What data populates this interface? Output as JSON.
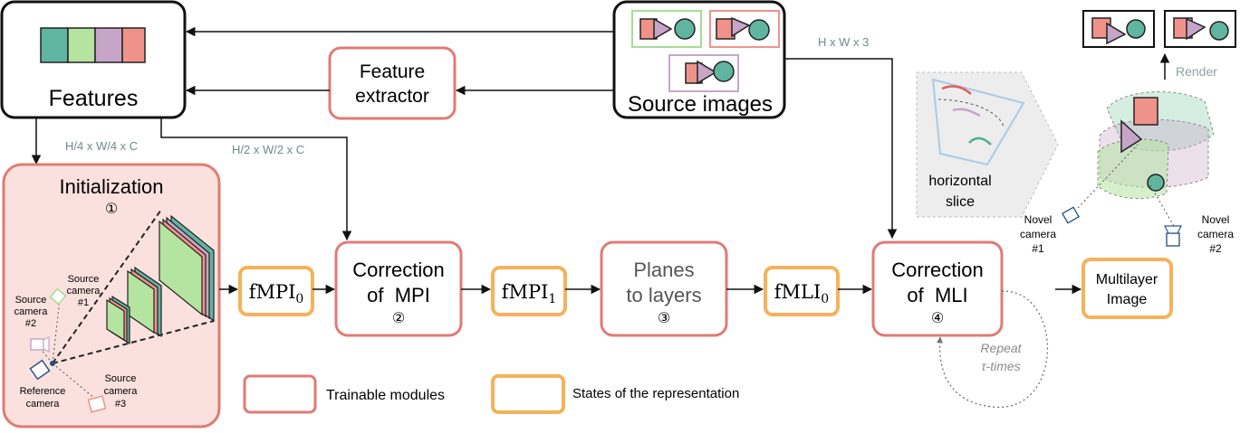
{
  "source_images": {
    "label": "Source images",
    "dims": "H x W x 3"
  },
  "features": {
    "label": "Features",
    "dim_quarter": "H/4 x W/4 x C",
    "dim_half": "H/2 x W/2 x C"
  },
  "feature_extractor": {
    "line1": "Feature",
    "line2": "extractor"
  },
  "initialization": {
    "title": "Initialization",
    "step": "①",
    "source_cam1": [
      "Source",
      "camera",
      "#1"
    ],
    "source_cam2": [
      "Source",
      "camera",
      "#2"
    ],
    "source_cam3": [
      "Source",
      "camera",
      "#3"
    ],
    "reference_cam": [
      "Reference",
      "camera"
    ]
  },
  "states": {
    "fmpi0": {
      "base": "fMPI",
      "sub": "0"
    },
    "fmpi1": {
      "base": "fMPI",
      "sub": "1"
    },
    "fmli0": {
      "base": "fMLI",
      "sub": "0"
    },
    "multilayer": [
      "Multilayer",
      "Image"
    ]
  },
  "modules": {
    "correction_mpi": {
      "line1": "Correction",
      "line2": "of  MPI",
      "step": "②"
    },
    "planes_to_layers": {
      "line1": "Planes",
      "line2": "to layers",
      "step": "③"
    },
    "correction_mli": {
      "line1": "Correction",
      "line2": "of  MLI",
      "step": "④"
    }
  },
  "repeat": {
    "line1": "Repeat",
    "line2": "τ-times"
  },
  "slice": {
    "line1": "horizontal",
    "line2": "slice"
  },
  "render": {
    "label": "Render"
  },
  "novel_cam1": [
    "Novel",
    "camera",
    "#1"
  ],
  "novel_cam2": [
    "Novel",
    "camera",
    "#2"
  ],
  "legend": {
    "trainable": "Trainable modules",
    "states": "States of the representation"
  },
  "colors": {
    "module_border": "#e07b74",
    "state_border": "#f5b25a",
    "init_fill": "#fbe1de",
    "teal": "#5fb5a0",
    "green": "#b5e3a0",
    "purple": "#c6a5c8",
    "salmon": "#ef938a"
  }
}
